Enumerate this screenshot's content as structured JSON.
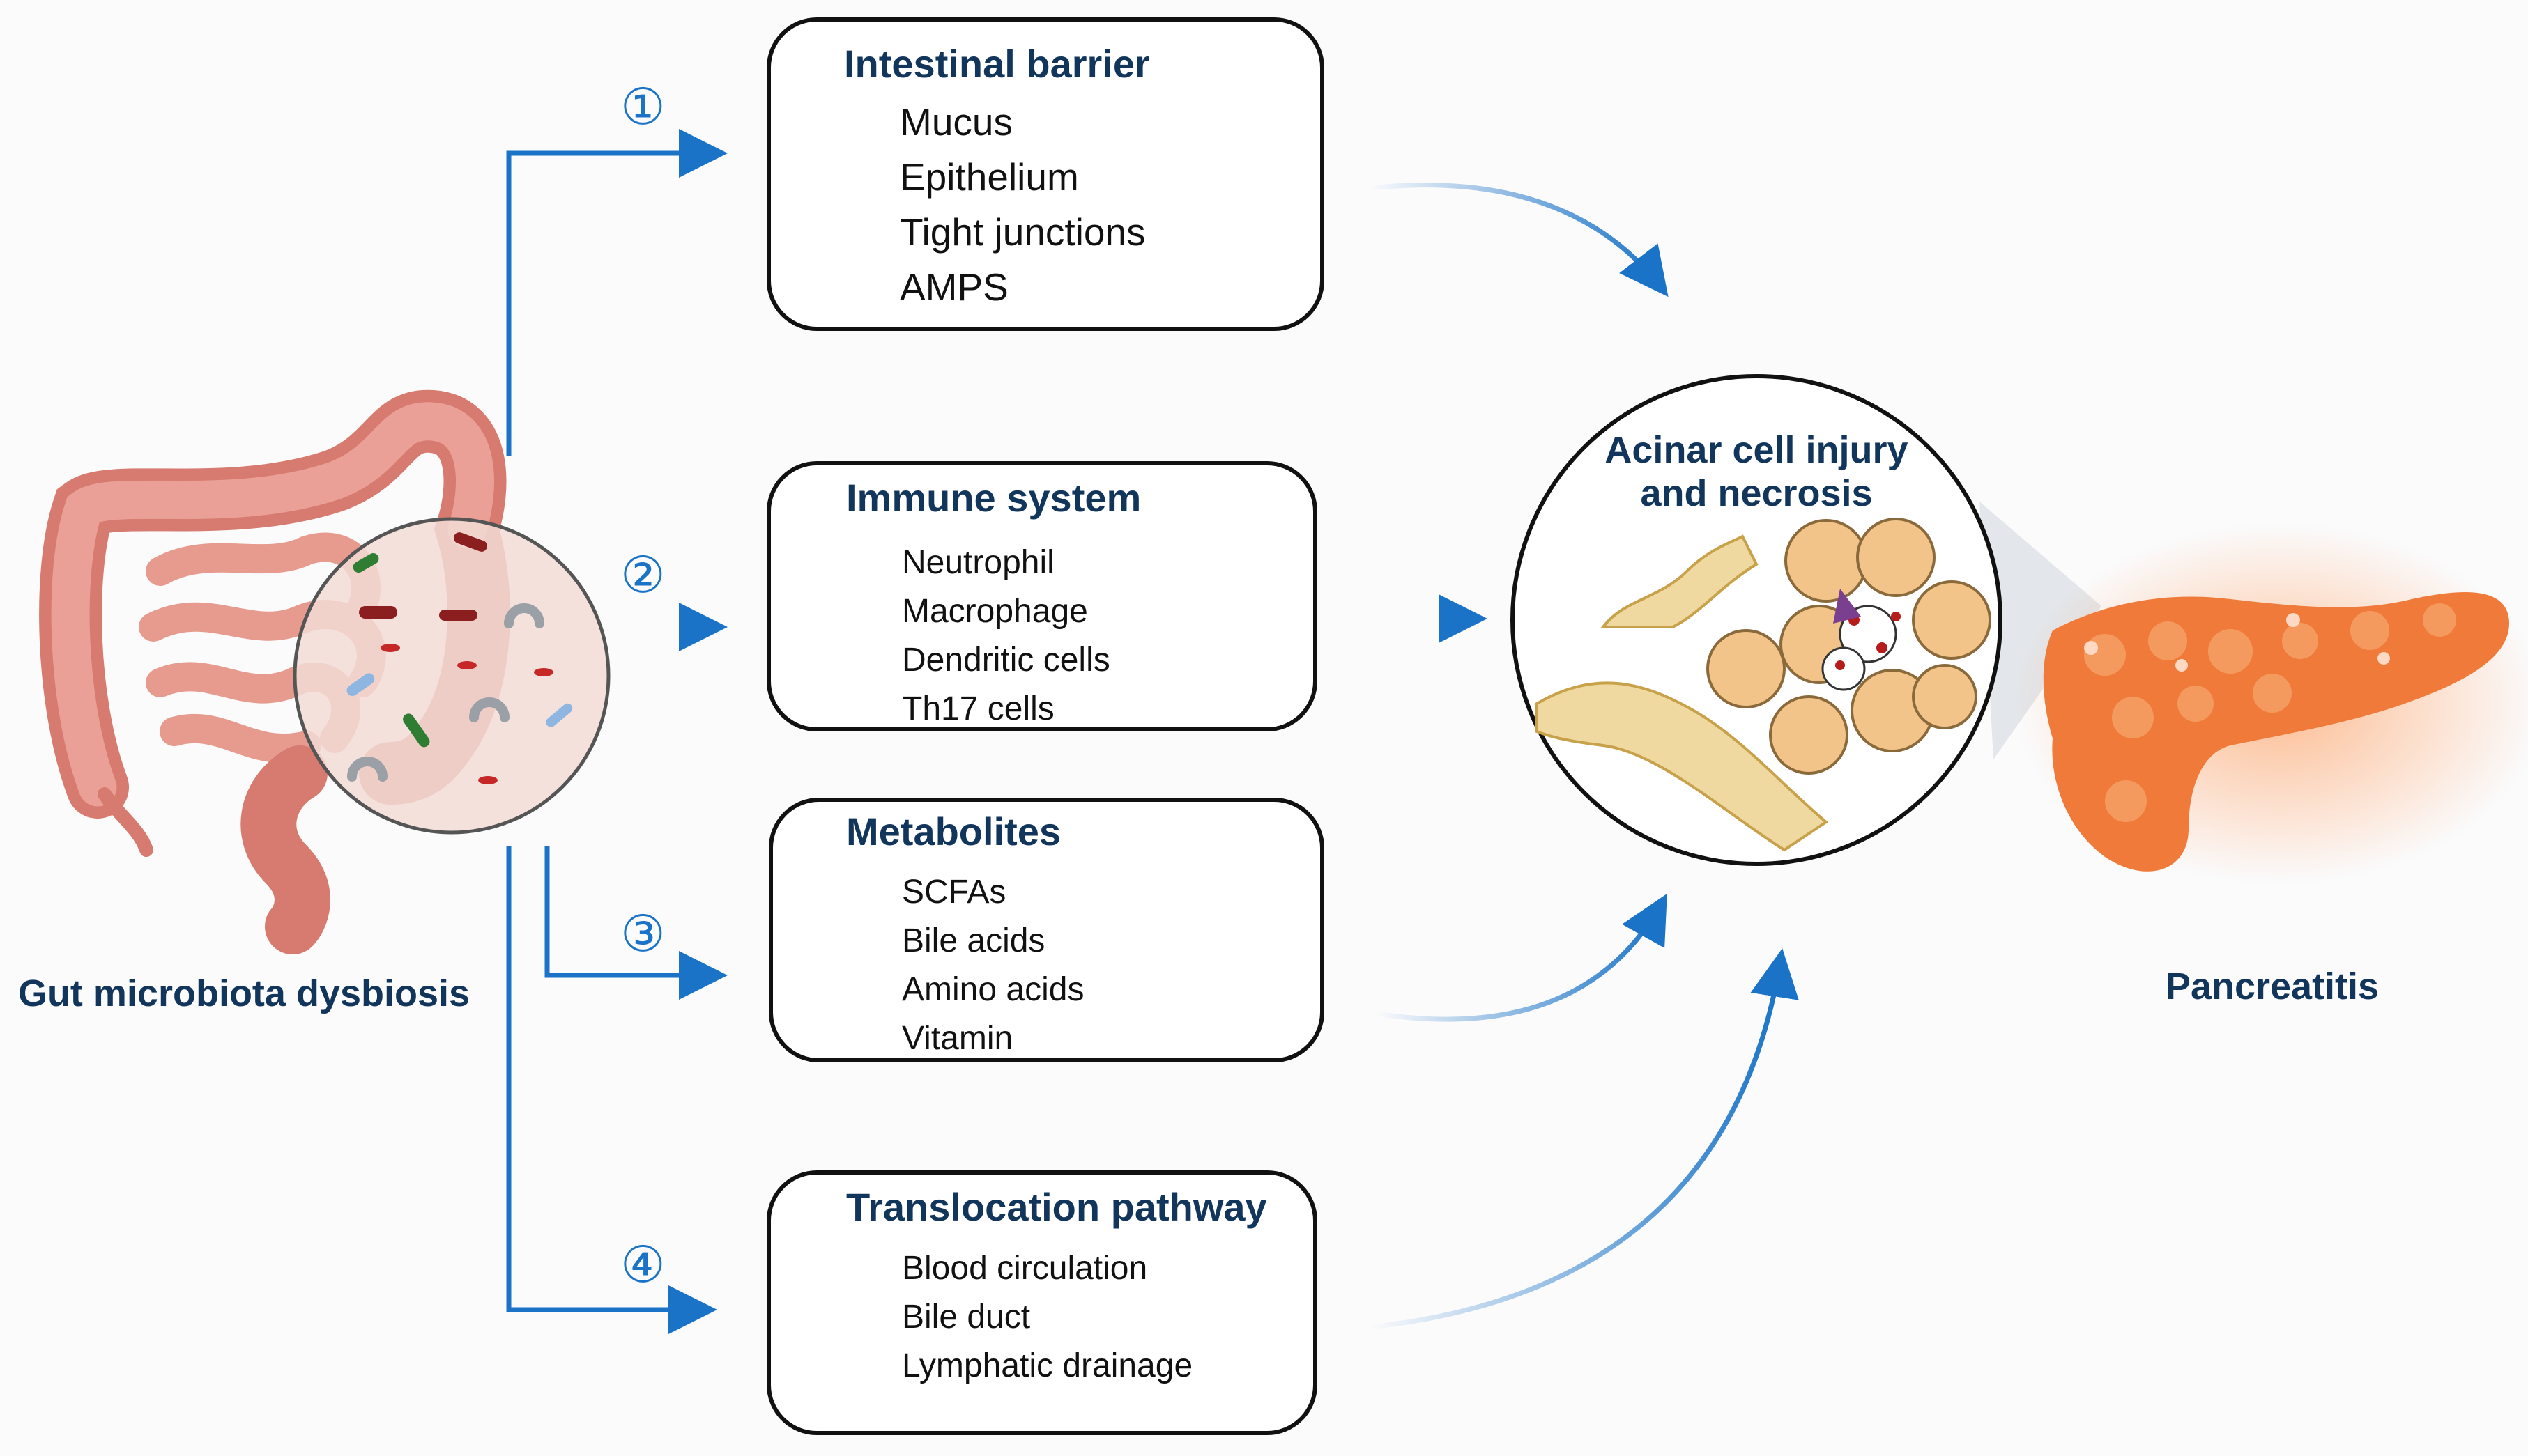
{
  "colors": {
    "connector": "#1a73c7",
    "title_text": "#12355b",
    "pancreas": "#f07a3a",
    "intestine": "#e2958a"
  },
  "icons": {
    "gut": "intestine-icon",
    "magnifier": "bacteria-magnifier-icon",
    "acinar": "acinar-tissue-icon",
    "pancreas": "inflamed-pancreas-icon"
  },
  "left_label": "Gut microbiota dysbiosis",
  "right_label": "Pancreatitis",
  "center_title": [
    "Acinar cell injury",
    "and necrosis"
  ],
  "pathways": [
    {
      "number": "①",
      "title": "Intestinal barrier",
      "items": [
        "Mucus",
        "Epithelium",
        "Tight junctions",
        "AMPS"
      ]
    },
    {
      "number": "②",
      "title": "Immune system",
      "items": [
        "Neutrophil",
        "Macrophage",
        "Dendritic cells",
        "Th17 cells"
      ]
    },
    {
      "number": "③",
      "title": "Metabolites",
      "items": [
        "SCFAs",
        "Bile acids",
        "Amino acids",
        "Vitamin"
      ]
    },
    {
      "number": "④",
      "title": "Translocation pathway",
      "items": [
        "Blood circulation",
        "Bile duct",
        "Lymphatic drainage"
      ]
    }
  ]
}
